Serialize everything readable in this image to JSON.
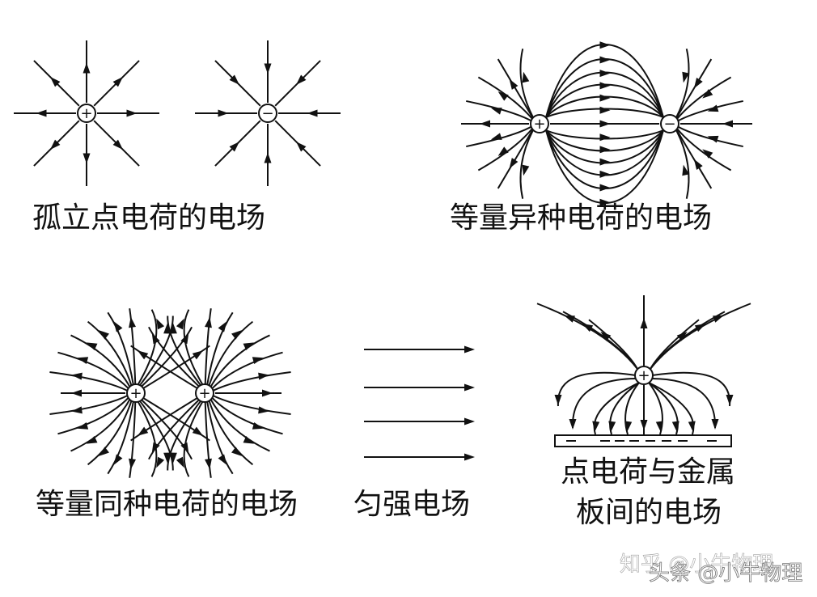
{
  "labels": {
    "isolated": "孤立点电荷的电场",
    "opposite": "等量异种电荷的电场",
    "same": "等量同种电荷的电场",
    "uniform": "匀强电场",
    "plate_line1": "点电荷与金属",
    "plate_line2": "板间的电场"
  },
  "charges": {
    "positive": "+",
    "negative": "−"
  },
  "watermark": {
    "zhihu": "知乎 @小牛物理",
    "toutiao": "头条 @小牛物理"
  },
  "colors": {
    "ink": "#111111",
    "background": "#ffffff"
  }
}
